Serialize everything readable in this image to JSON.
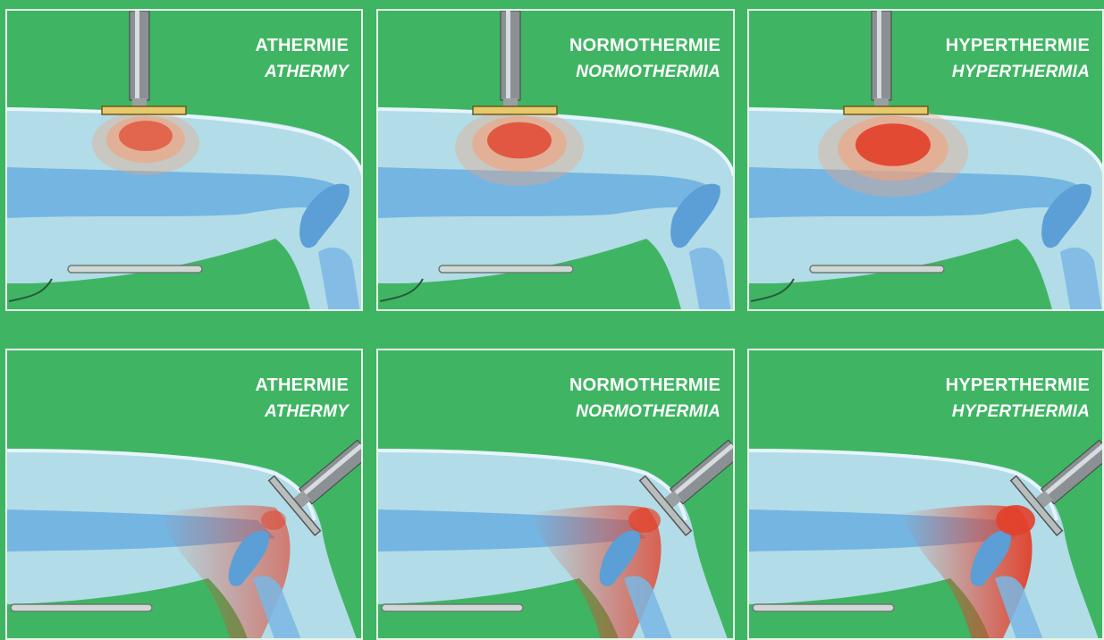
{
  "panels": [
    {
      "row": "top",
      "title_fr": "ATHERMIE",
      "title_en": "ATHERMY",
      "level": 1
    },
    {
      "row": "top",
      "title_fr": "NORMOTHERMIE",
      "title_en": "NORMOTHERMIA",
      "level": 2
    },
    {
      "row": "top",
      "title_fr": "HYPERTHERMIE",
      "title_en": "HYPERTHERMIA",
      "level": 3
    },
    {
      "row": "bottom",
      "title_fr": "ATHERMIE",
      "title_en": "ATHERMY",
      "level": 1
    },
    {
      "row": "bottom",
      "title_fr": "NORMOTHERMIE",
      "title_en": "NORMOTHERMIA",
      "level": 2
    },
    {
      "row": "bottom",
      "title_fr": "HYPERTHERMIE",
      "title_en": "HYPERTHERMIA",
      "level": 3
    }
  ],
  "colors": {
    "background": "#3fb563",
    "limb": "#bfe0f5",
    "bone": "#6aaee0",
    "heat_outer": "#f2a07a",
    "heat_core": "#e2402a"
  }
}
